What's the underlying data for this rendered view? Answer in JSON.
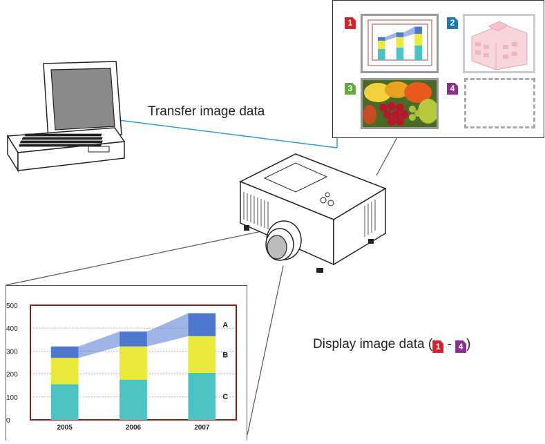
{
  "labels": {
    "transfer": "Transfer image data",
    "display_prefix": "Display image data (",
    "display_sep": " - ",
    "display_suffix": ")"
  },
  "panel": {
    "slots": [
      {
        "number": "1",
        "color": "#d7222b",
        "content": "chart"
      },
      {
        "number": "2",
        "color": "#1f78b4",
        "content": "building"
      },
      {
        "number": "3",
        "color": "#5fae3c",
        "content": "fruit"
      },
      {
        "number": "4",
        "color": "#8c2f8f",
        "content": "empty"
      }
    ]
  },
  "display_badges": {
    "first": {
      "number": "1",
      "color": "#d7222b"
    },
    "last": {
      "number": "4",
      "color": "#8c2f8f"
    }
  },
  "chart_data": {
    "type": "bar",
    "categories": [
      "2005",
      "2006",
      "2007"
    ],
    "series": [
      {
        "name": "C",
        "values": [
          155,
          175,
          205
        ],
        "color": "#4cc3c3"
      },
      {
        "name": "B",
        "values": [
          115,
          145,
          160
        ],
        "color": "#eaea3c"
      },
      {
        "name": "A",
        "values": [
          50,
          65,
          100
        ],
        "color": "#4e78cf"
      }
    ],
    "ylim": [
      0,
      500
    ],
    "yticks": [
      "0",
      "100",
      "200",
      "300",
      "400",
      "500"
    ],
    "grid": true
  }
}
